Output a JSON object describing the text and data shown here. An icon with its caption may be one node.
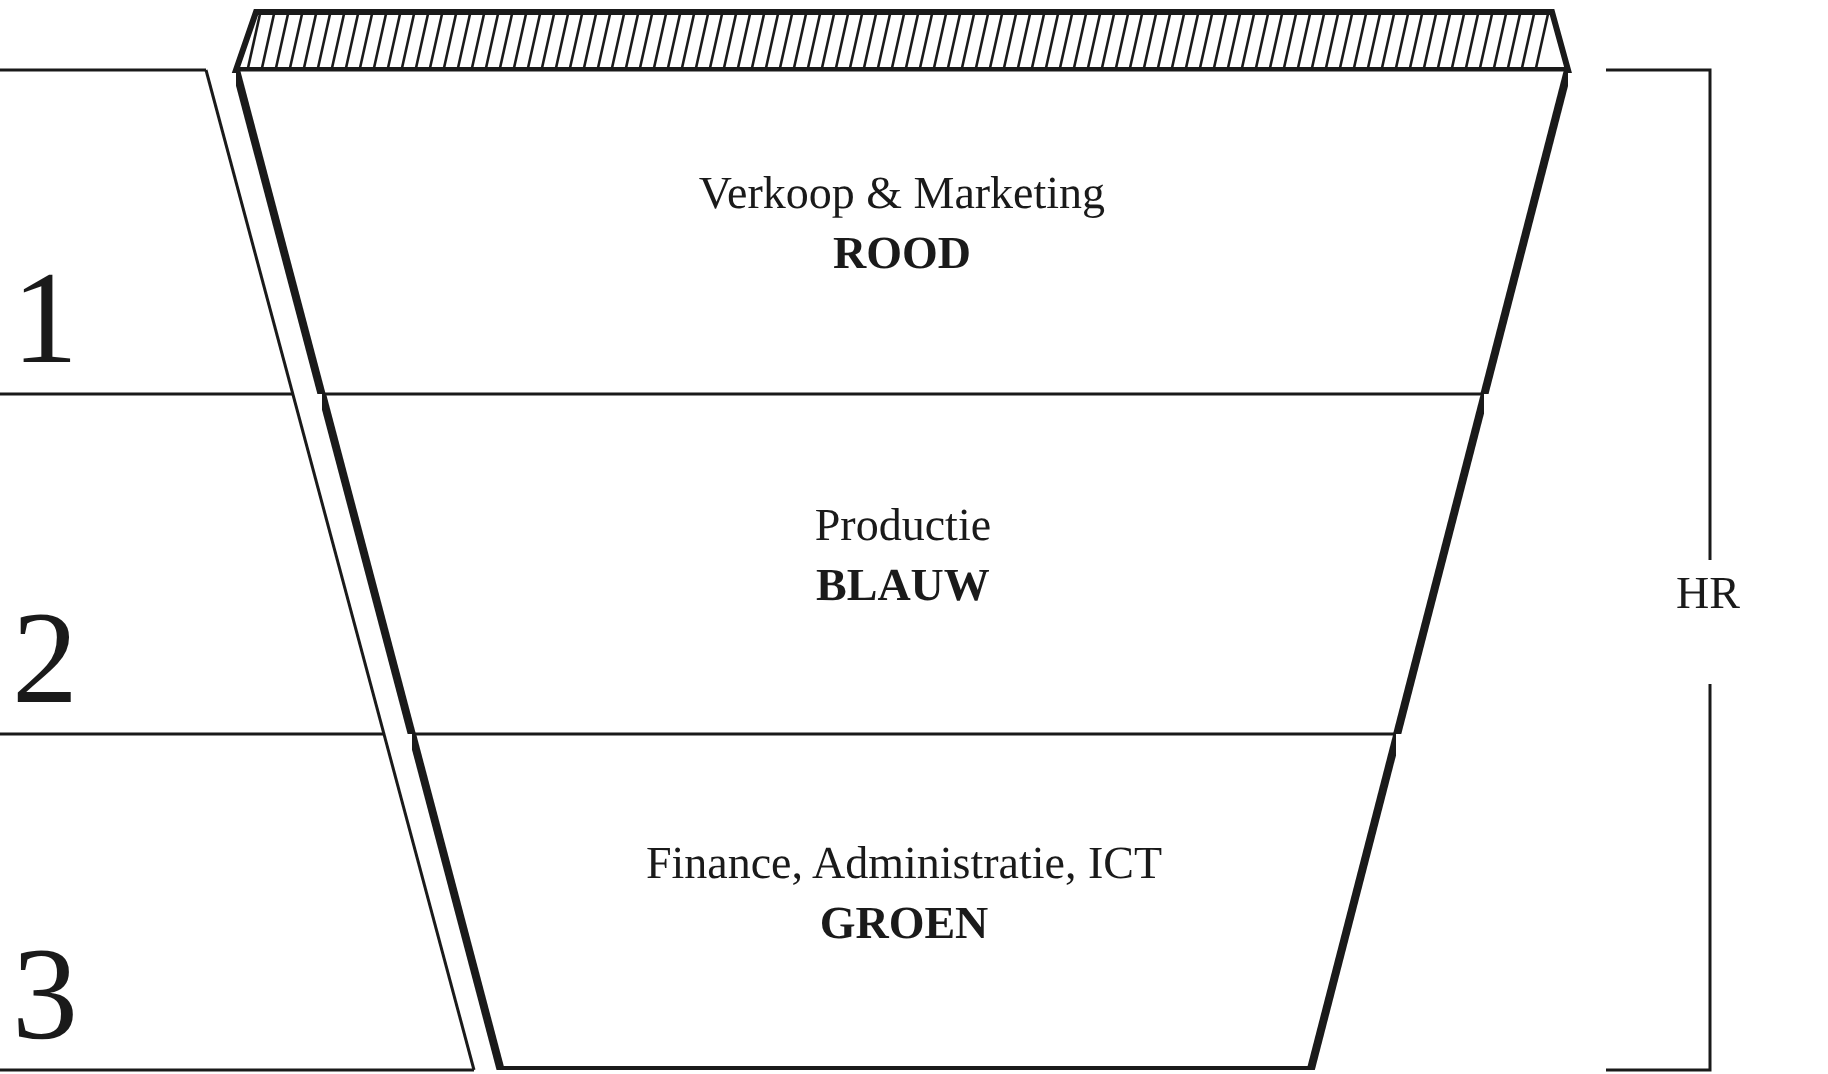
{
  "diagram": {
    "nodes": [
      {
        "text": [
          "Verkoop & Marketing",
          "ROOD"
        ]
      },
      {
        "text": [
          "Productie",
          "BLAUW"
        ]
      },
      {
        "text": [
          "Finance, Administratie, ICT",
          "GROEN"
        ]
      }
    ],
    "labels": [
      "1",
      "2",
      "3",
      "HR"
    ]
  }
}
